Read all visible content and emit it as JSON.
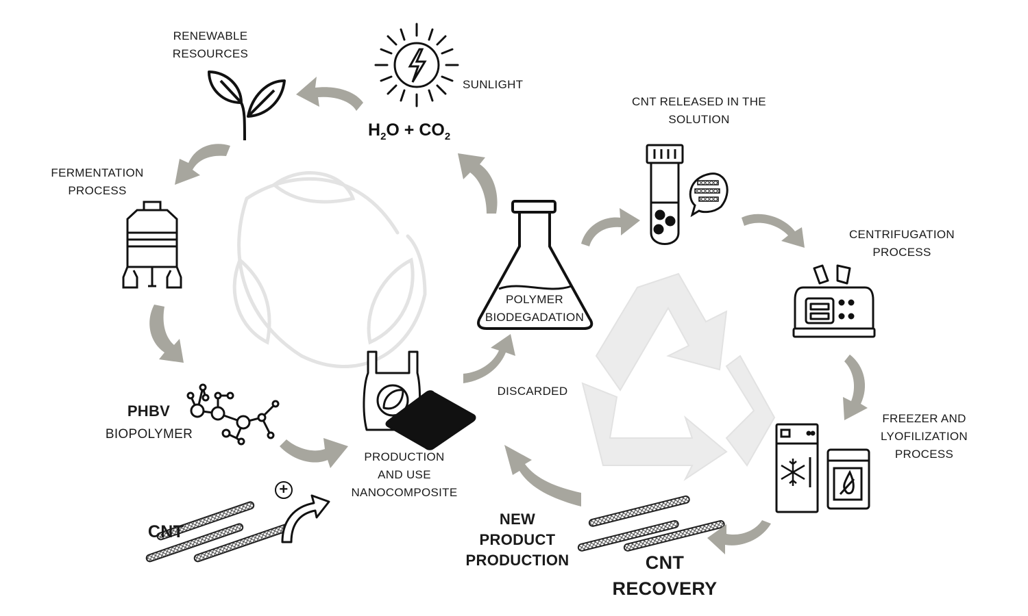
{
  "labels": {
    "renewable": [
      "RENEWABLE",
      "RESOURCES"
    ],
    "sunlight": "SUNLIGHT",
    "h2o": "H",
    "h2o_sub": "2",
    "h2o_rest": "O + CO",
    "co2_sub": "2",
    "cnt_released": [
      "CNT RELEASED IN THE",
      "SOLUTION"
    ],
    "fermentation": [
      "FERMENTATION",
      "PROCESS"
    ],
    "centrifugation": [
      "CENTRIFUGATION",
      "PROCESS"
    ],
    "polymer_biodeg": [
      "POLYMER",
      "BIODEGADATION"
    ],
    "discarded": "DISCARDED",
    "phbv": "PHBV",
    "biopolymer": "BIOPOLYMER",
    "production": [
      "PRODUCTION",
      "AND USE",
      "NANOCOMPOSITE"
    ],
    "freezer": [
      "FREEZER AND",
      "LYOFILIZATION",
      "PROCESS"
    ],
    "new_product": [
      "NEW",
      "PRODUCT",
      "PRODUCTION"
    ],
    "cnt": "CNT",
    "cnt_recovery": [
      "CNT",
      "RECOVERY"
    ],
    "plus": "+"
  },
  "icons": {
    "sun": "sun-bolt-icon",
    "plant": "sprout-icon",
    "fermenter": "fermentation-tank-icon",
    "molecule": "molecule-icon",
    "flask": "erlenmeyer-flask-icon",
    "tube": "test-tube-icon",
    "speech": "speech-bubble-icon",
    "centrifuge": "centrifuge-icon",
    "freezer": "freezer-icon",
    "lyophilizer": "lyophilizer-icon",
    "bag": "bioplastic-bag-icon",
    "film": "nanocomposite-film-icon",
    "nanotube": "carbon-nanotube-icon",
    "recycle": "recycle-watermark-icon",
    "leaf_cycle": "leaf-cycle-watermark-icon"
  },
  "colors": {
    "arrow": "#a7a69e",
    "ink": "#1a1a1a",
    "watermark": "#e6e6e6"
  }
}
